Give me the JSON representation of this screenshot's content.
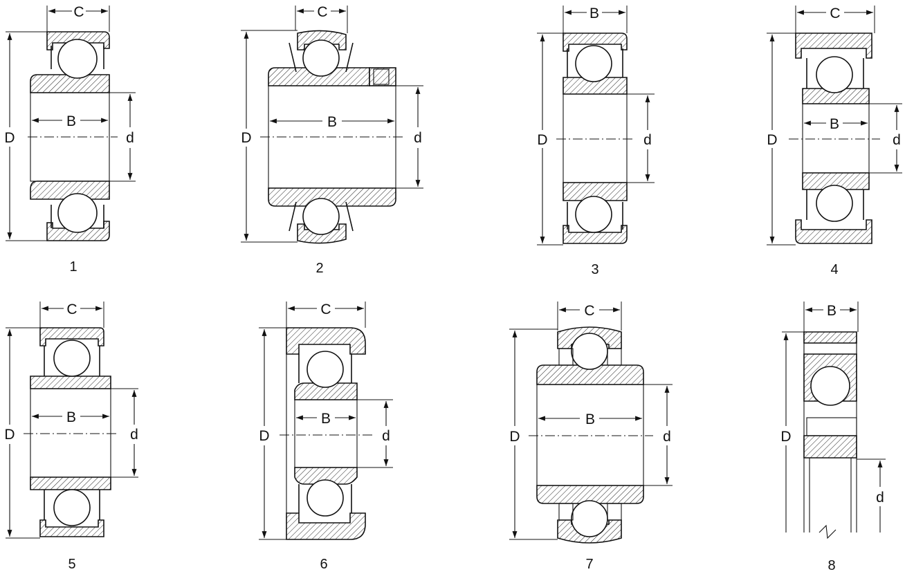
{
  "labels": {
    "outer_diameter": "D",
    "bore_diameter": "d",
    "inner_width": "B",
    "outer_width": "C"
  },
  "figures": [
    {
      "number": "1",
      "width_label": "C"
    },
    {
      "number": "2",
      "width_label": "C"
    },
    {
      "number": "3",
      "width_label": "B"
    },
    {
      "number": "4",
      "width_label": "C"
    },
    {
      "number": "5",
      "width_label": "C"
    },
    {
      "number": "6",
      "width_label": "C"
    },
    {
      "number": "7",
      "width_label": "C"
    },
    {
      "number": "8",
      "width_label": "B"
    }
  ]
}
